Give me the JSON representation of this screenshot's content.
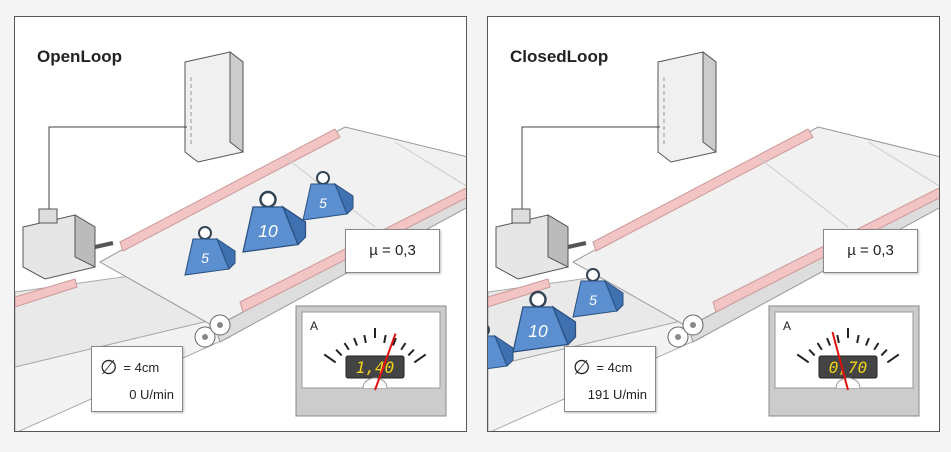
{
  "panels": [
    {
      "title": "OpenLoop",
      "mu_label": "µ = 0,3",
      "diameter_symbol": "∅",
      "diameter_label": "= 4cm",
      "speed_label": "0 U/min",
      "meter_unit": "A",
      "meter_display": "1,40",
      "meter_reading": 1.4,
      "weights": [
        "5",
        "10",
        "5"
      ]
    },
    {
      "title": "ClosedLoop",
      "mu_label": "µ = 0,3",
      "diameter_symbol": "∅",
      "diameter_label": "= 4cm",
      "speed_label": "191 U/min",
      "meter_unit": "A",
      "meter_display": "0,70",
      "meter_reading": 0.7,
      "weights": [
        "",
        "10",
        "5"
      ]
    }
  ],
  "colors": {
    "weight": "#5b8fd0",
    "rail": "#f2c4c4",
    "needle": "#e31010",
    "display_text": "#f2d21a"
  }
}
